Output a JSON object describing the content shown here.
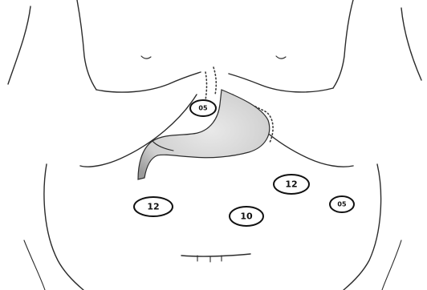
{
  "figure": {
    "ports": [
      {
        "id": "port-epigastric",
        "label": "05"
      },
      {
        "id": "port-right-upper",
        "label": "12"
      },
      {
        "id": "port-left-mid",
        "label": "12"
      },
      {
        "id": "port-umbilical",
        "label": "10"
      },
      {
        "id": "port-left-lateral",
        "label": "05"
      }
    ],
    "colors": {
      "line": "#2b2b2b",
      "stomach_shading": "#bdbdbd",
      "background": "#ffffff"
    }
  }
}
